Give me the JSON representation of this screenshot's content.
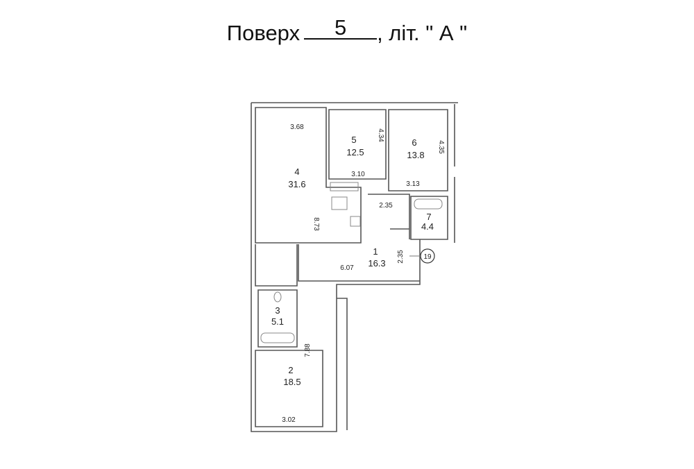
{
  "title": {
    "prefix": "Поверх",
    "floor": "5",
    "suffix": ", літ. \" А \""
  },
  "rooms": [
    {
      "no": "4",
      "area": "31.6"
    },
    {
      "no": "5",
      "area": "12.5"
    },
    {
      "no": "6",
      "area": "13.8"
    },
    {
      "no": "7",
      "area": "4.4"
    },
    {
      "no": "1",
      "area": "16.3"
    },
    {
      "no": "3",
      "area": "5.1"
    },
    {
      "no": "2",
      "area": "18.5"
    }
  ],
  "dimensions": [
    "3.68",
    "4.34",
    "3.10",
    "4.35",
    "3.13",
    "2.35",
    "8.73",
    "2.35",
    "6.07",
    "7.88",
    "3.02"
  ],
  "marker": "19"
}
